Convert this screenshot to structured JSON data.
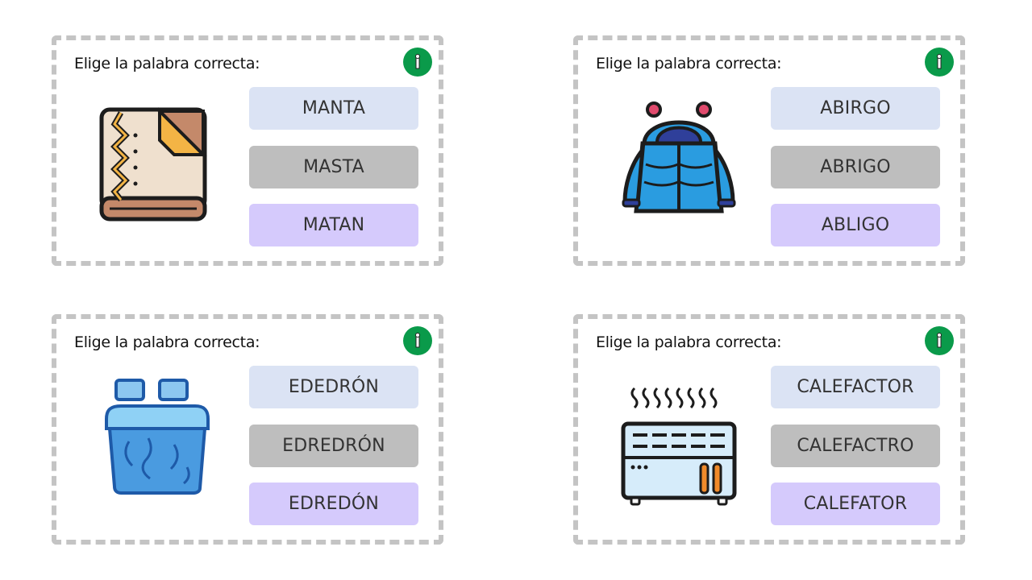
{
  "colors": {
    "option_1": "#dbe3f4",
    "option_2": "#bebebe",
    "option_3": "#d5cafc",
    "logo_green": "#0a9a4a",
    "border": "#c4c4c4"
  },
  "cards": [
    {
      "title": "Elige la palabra correcta:",
      "image_icon": "blanket-icon",
      "options": [
        "MANTA",
        "MASTA",
        "MATAN"
      ]
    },
    {
      "title": "Elige la palabra correcta:",
      "image_icon": "coat-icon",
      "options": [
        "ABIRGO",
        "ABRIGO",
        "ABLIGO"
      ]
    },
    {
      "title": "Elige la palabra correcta:",
      "image_icon": "duvet-icon",
      "options": [
        "EDEDRÓN",
        "EDREDRÓN",
        "EDREDÓN"
      ]
    },
    {
      "title": "Elige la palabra correcta:",
      "image_icon": "heater-icon",
      "options": [
        "CALEFACTOR",
        "CALEFACTRO",
        "CALEFATOR"
      ]
    }
  ]
}
